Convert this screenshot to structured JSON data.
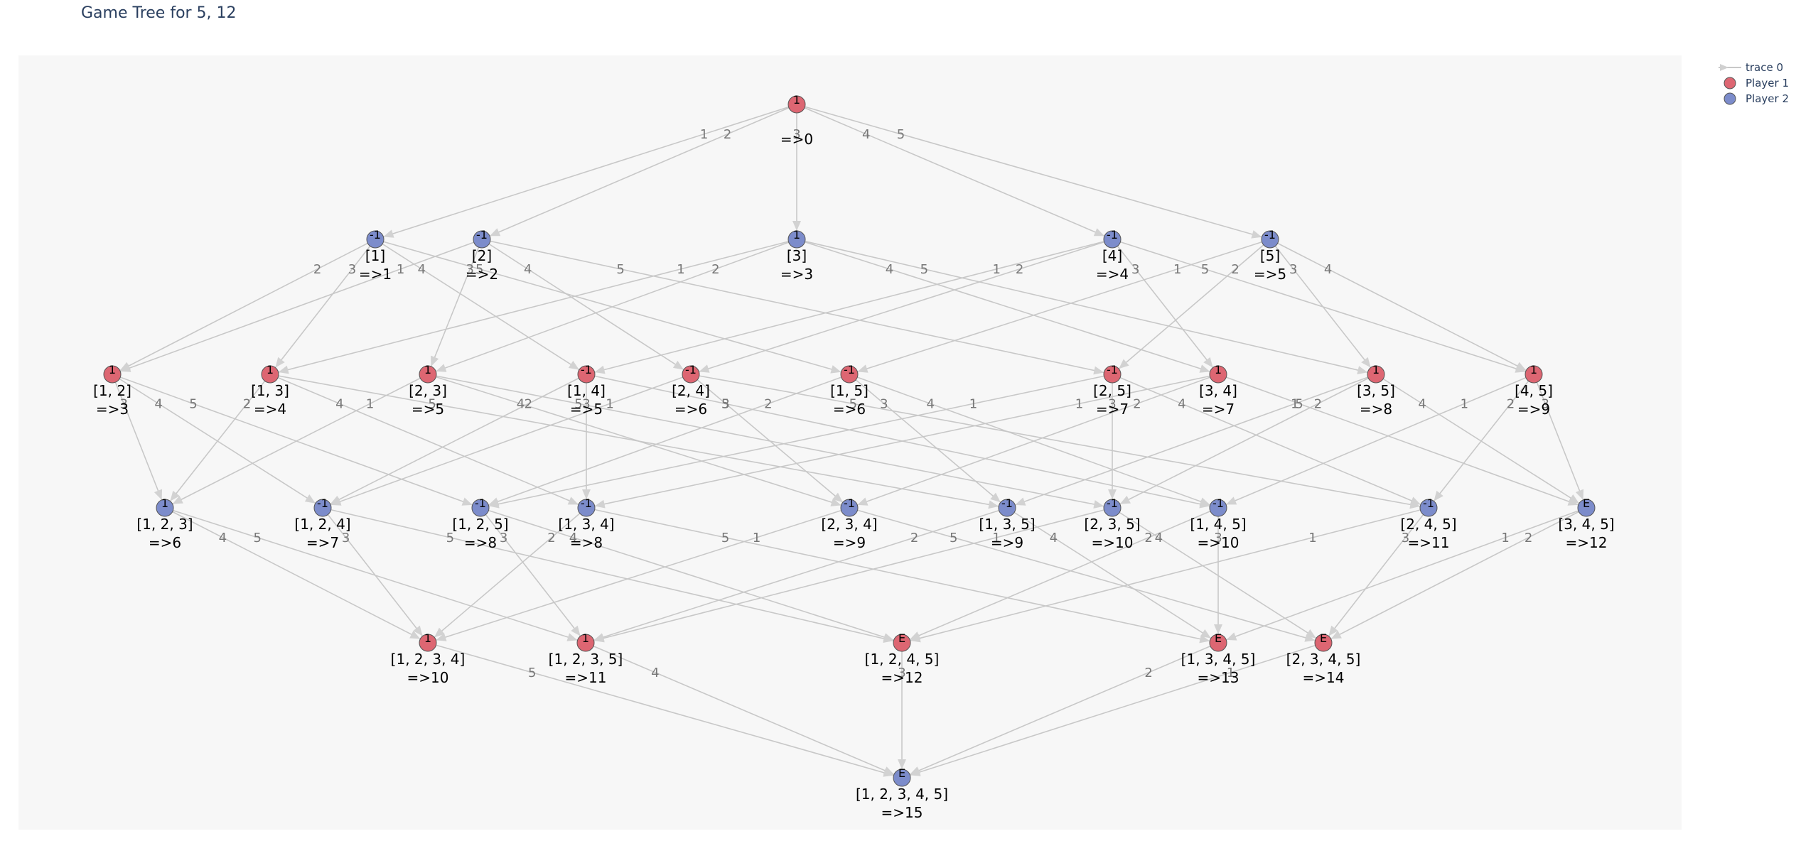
{
  "title": "Game Tree for 5, 12",
  "colors": {
    "player1": "#dd6672",
    "player2": "#7c8ccb",
    "edge": "#c8c8c8",
    "edge_label": "#777777",
    "plot_bg": "#f7f7f7"
  },
  "legend": [
    {
      "label": "trace 0",
      "symbol": "edge-arrow"
    },
    {
      "label": "Player 1",
      "symbol": "circle-red"
    },
    {
      "label": "Player 2",
      "symbol": "circle-blue"
    }
  ],
  "nodes": [
    {
      "id": "root",
      "player": 1,
      "value": "1",
      "set": "[]",
      "sum": "=>0"
    },
    {
      "id": "s1",
      "player": 2,
      "value": "-1",
      "set": "[1]",
      "sum": "=>1"
    },
    {
      "id": "s2",
      "player": 2,
      "value": "-1",
      "set": "[2]",
      "sum": "=>2"
    },
    {
      "id": "s3",
      "player": 2,
      "value": "1",
      "set": "[3]",
      "sum": "=>3"
    },
    {
      "id": "s4",
      "player": 2,
      "value": "-1",
      "set": "[4]",
      "sum": "=>4"
    },
    {
      "id": "s5",
      "player": 2,
      "value": "-1",
      "set": "[5]",
      "sum": "=>5"
    },
    {
      "id": "s12",
      "player": 1,
      "value": "1",
      "set": "[1, 2]",
      "sum": "=>3"
    },
    {
      "id": "s13",
      "player": 1,
      "value": "1",
      "set": "[1, 3]",
      "sum": "=>4"
    },
    {
      "id": "s23",
      "player": 1,
      "value": "1",
      "set": "[2, 3]",
      "sum": "=>5"
    },
    {
      "id": "s14",
      "player": 1,
      "value": "-1",
      "set": "[1, 4]",
      "sum": "=>5"
    },
    {
      "id": "s24",
      "player": 1,
      "value": "-1",
      "set": "[2, 4]",
      "sum": "=>6"
    },
    {
      "id": "s15",
      "player": 1,
      "value": "-1",
      "set": "[1, 5]",
      "sum": "=>6"
    },
    {
      "id": "s25",
      "player": 1,
      "value": "-1",
      "set": "[2, 5]",
      "sum": "=>7"
    },
    {
      "id": "s34",
      "player": 1,
      "value": "1",
      "set": "[3, 4]",
      "sum": "=>7"
    },
    {
      "id": "s35",
      "player": 1,
      "value": "1",
      "set": "[3, 5]",
      "sum": "=>8"
    },
    {
      "id": "s45",
      "player": 1,
      "value": "1",
      "set": "[4, 5]",
      "sum": "=>9"
    },
    {
      "id": "s123",
      "player": 2,
      "value": "1",
      "set": "[1, 2, 3]",
      "sum": "=>6"
    },
    {
      "id": "s124",
      "player": 2,
      "value": "-1",
      "set": "[1, 2, 4]",
      "sum": "=>7"
    },
    {
      "id": "s125",
      "player": 2,
      "value": "-1",
      "set": "[1, 2, 5]",
      "sum": "=>8"
    },
    {
      "id": "s134",
      "player": 2,
      "value": "-1",
      "set": "[1, 3, 4]",
      "sum": "=>8"
    },
    {
      "id": "s234",
      "player": 2,
      "value": "-1",
      "set": "[2, 3, 4]",
      "sum": "=>9"
    },
    {
      "id": "s135",
      "player": 2,
      "value": "-1",
      "set": "[1, 3, 5]",
      "sum": "=>9"
    },
    {
      "id": "s235",
      "player": 2,
      "value": "-1",
      "set": "[2, 3, 5]",
      "sum": "=>10"
    },
    {
      "id": "s145",
      "player": 2,
      "value": "-1",
      "set": "[1, 4, 5]",
      "sum": "=>10"
    },
    {
      "id": "s245",
      "player": 2,
      "value": "-1",
      "set": "[2, 4, 5]",
      "sum": "=>11"
    },
    {
      "id": "s345",
      "player": 2,
      "value": "E",
      "set": "[3, 4, 5]",
      "sum": "=>12"
    },
    {
      "id": "s1234",
      "player": 1,
      "value": "1",
      "set": "[1, 2, 3, 4]",
      "sum": "=>10"
    },
    {
      "id": "s1235",
      "player": 1,
      "value": "1",
      "set": "[1, 2, 3, 5]",
      "sum": "=>11"
    },
    {
      "id": "s1245",
      "player": 1,
      "value": "E",
      "set": "[1, 2, 4, 5]",
      "sum": "=>12"
    },
    {
      "id": "s1345",
      "player": 1,
      "value": "E",
      "set": "[1, 3, 4, 5]",
      "sum": "=>13"
    },
    {
      "id": "s2345",
      "player": 1,
      "value": "E",
      "set": "[2, 3, 4, 5]",
      "sum": "=>14"
    },
    {
      "id": "s12345",
      "player": 2,
      "value": "E",
      "set": "[1, 2, 3, 4, 5]",
      "sum": "=>15"
    }
  ],
  "edges": [
    {
      "from": "root",
      "to": "s1",
      "label": "1"
    },
    {
      "from": "root",
      "to": "s2",
      "label": "2"
    },
    {
      "from": "root",
      "to": "s3",
      "label": "3"
    },
    {
      "from": "root",
      "to": "s4",
      "label": "4"
    },
    {
      "from": "root",
      "to": "s5",
      "label": "5"
    },
    {
      "from": "s1",
      "to": "s12",
      "label": "2"
    },
    {
      "from": "s1",
      "to": "s13",
      "label": "3"
    },
    {
      "from": "s1",
      "to": "s14",
      "label": "4"
    },
    {
      "from": "s1",
      "to": "s15",
      "label": "5"
    },
    {
      "from": "s2",
      "to": "s12",
      "label": "1"
    },
    {
      "from": "s2",
      "to": "s23",
      "label": "3"
    },
    {
      "from": "s2",
      "to": "s24",
      "label": "4"
    },
    {
      "from": "s2",
      "to": "s25",
      "label": "5"
    },
    {
      "from": "s3",
      "to": "s13",
      "label": "1"
    },
    {
      "from": "s3",
      "to": "s23",
      "label": "2"
    },
    {
      "from": "s3",
      "to": "s34",
      "label": "4"
    },
    {
      "from": "s3",
      "to": "s35",
      "label": "5"
    },
    {
      "from": "s4",
      "to": "s14",
      "label": "1"
    },
    {
      "from": "s4",
      "to": "s24",
      "label": "2"
    },
    {
      "from": "s4",
      "to": "s34",
      "label": "3"
    },
    {
      "from": "s4",
      "to": "s45",
      "label": "5"
    },
    {
      "from": "s5",
      "to": "s15",
      "label": "1"
    },
    {
      "from": "s5",
      "to": "s25",
      "label": "2"
    },
    {
      "from": "s5",
      "to": "s35",
      "label": "3"
    },
    {
      "from": "s5",
      "to": "s45",
      "label": "4"
    },
    {
      "from": "s12",
      "to": "s123",
      "label": "3"
    },
    {
      "from": "s12",
      "to": "s124",
      "label": "4"
    },
    {
      "from": "s12",
      "to": "s125",
      "label": "5"
    },
    {
      "from": "s13",
      "to": "s123",
      "label": "2"
    },
    {
      "from": "s13",
      "to": "s134",
      "label": "4"
    },
    {
      "from": "s13",
      "to": "s135",
      "label": "5"
    },
    {
      "from": "s23",
      "to": "s123",
      "label": "1"
    },
    {
      "from": "s23",
      "to": "s234",
      "label": "4"
    },
    {
      "from": "s23",
      "to": "s235",
      "label": "5"
    },
    {
      "from": "s14",
      "to": "s124",
      "label": "2"
    },
    {
      "from": "s14",
      "to": "s134",
      "label": "3"
    },
    {
      "from": "s14",
      "to": "s145",
      "label": "5"
    },
    {
      "from": "s24",
      "to": "s124",
      "label": "1"
    },
    {
      "from": "s24",
      "to": "s234",
      "label": "3"
    },
    {
      "from": "s24",
      "to": "s245",
      "label": "5"
    },
    {
      "from": "s15",
      "to": "s125",
      "label": "2"
    },
    {
      "from": "s15",
      "to": "s135",
      "label": "3"
    },
    {
      "from": "s15",
      "to": "s145",
      "label": "4"
    },
    {
      "from": "s25",
      "to": "s125",
      "label": "1"
    },
    {
      "from": "s25",
      "to": "s235",
      "label": "3"
    },
    {
      "from": "s25",
      "to": "s245",
      "label": "4"
    },
    {
      "from": "s34",
      "to": "s134",
      "label": "1"
    },
    {
      "from": "s34",
      "to": "s234",
      "label": "2"
    },
    {
      "from": "s34",
      "to": "s345",
      "label": "5"
    },
    {
      "from": "s35",
      "to": "s135",
      "label": "1"
    },
    {
      "from": "s35",
      "to": "s235",
      "label": "2"
    },
    {
      "from": "s35",
      "to": "s345",
      "label": "4"
    },
    {
      "from": "s45",
      "to": "s145",
      "label": "1"
    },
    {
      "from": "s45",
      "to": "s245",
      "label": "2"
    },
    {
      "from": "s45",
      "to": "s345",
      "label": "3"
    },
    {
      "from": "s123",
      "to": "s1234",
      "label": "4"
    },
    {
      "from": "s123",
      "to": "s1235",
      "label": "5"
    },
    {
      "from": "s124",
      "to": "s1234",
      "label": "3"
    },
    {
      "from": "s124",
      "to": "s1245",
      "label": "5"
    },
    {
      "from": "s125",
      "to": "s1235",
      "label": "3"
    },
    {
      "from": "s125",
      "to": "s1245",
      "label": "4"
    },
    {
      "from": "s134",
      "to": "s1234",
      "label": "2"
    },
    {
      "from": "s134",
      "to": "s1345",
      "label": "5"
    },
    {
      "from": "s234",
      "to": "s1234",
      "label": "1"
    },
    {
      "from": "s234",
      "to": "s2345",
      "label": "5"
    },
    {
      "from": "s135",
      "to": "s1235",
      "label": "2"
    },
    {
      "from": "s135",
      "to": "s1345",
      "label": "4"
    },
    {
      "from": "s235",
      "to": "s1235",
      "label": "1"
    },
    {
      "from": "s235",
      "to": "s2345",
      "label": "4"
    },
    {
      "from": "s145",
      "to": "s1245",
      "label": "2"
    },
    {
      "from": "s145",
      "to": "s1345",
      "label": "3"
    },
    {
      "from": "s245",
      "to": "s1245",
      "label": "1"
    },
    {
      "from": "s245",
      "to": "s2345",
      "label": "3"
    },
    {
      "from": "s345",
      "to": "s1345",
      "label": "1"
    },
    {
      "from": "s345",
      "to": "s2345",
      "label": "2"
    },
    {
      "from": "s1234",
      "to": "s12345",
      "label": "5"
    },
    {
      "from": "s1235",
      "to": "s12345",
      "label": "4"
    },
    {
      "from": "s1245",
      "to": "s12345",
      "label": "3"
    },
    {
      "from": "s1345",
      "to": "s12345",
      "label": "2"
    },
    {
      "from": "s2345",
      "to": "s12345",
      "label": "1"
    }
  ]
}
